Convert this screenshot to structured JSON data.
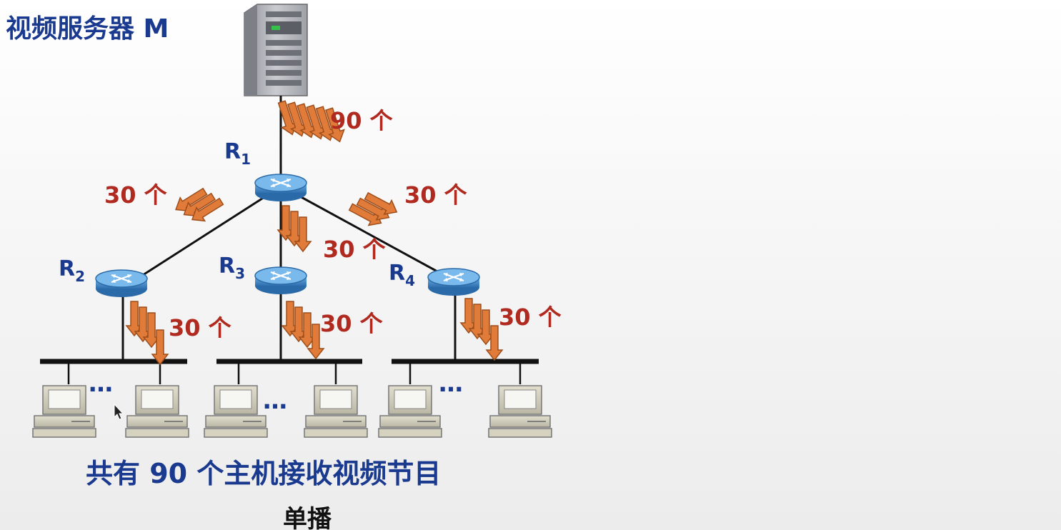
{
  "title": "视频服务器 M",
  "routers": [
    {
      "id": "R1",
      "letter": "R",
      "sub": "1"
    },
    {
      "id": "R2",
      "letter": "R",
      "sub": "2"
    },
    {
      "id": "R3",
      "letter": "R",
      "sub": "3"
    },
    {
      "id": "R4",
      "letter": "R",
      "sub": "4"
    }
  ],
  "flow_labels": {
    "server_to_r1": "90 个",
    "r1_to_r2": "30 个",
    "r1_to_r3": "30 个",
    "r1_to_r4": "30 个",
    "r2_to_lan": "30 个",
    "r3_to_lan": "30 个",
    "r4_to_lan": "30 个"
  },
  "ellipsis": "…",
  "caption": "共有 90 个主机接收视频节目",
  "subcaption": "单播",
  "colors": {
    "text_blue": "#1a3a8f",
    "text_red": "#b02a20",
    "arrow_orange": "#e07b39",
    "router_blue": "#3f86c6"
  }
}
